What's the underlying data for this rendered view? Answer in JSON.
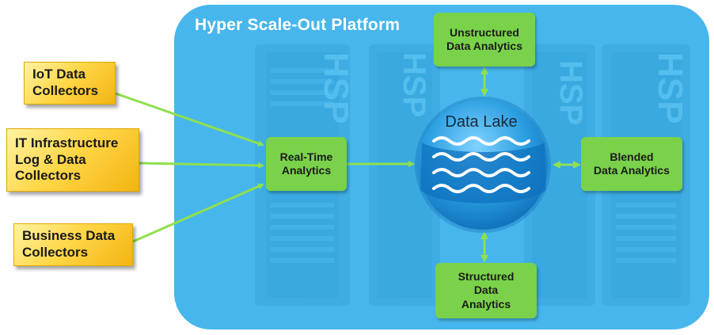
{
  "platform": {
    "title": "Hyper Scale-Out Platform",
    "server_label": "HSP"
  },
  "collectors": [
    {
      "lines": [
        "IoT Data",
        "Collectors"
      ]
    },
    {
      "lines": [
        "IT Infrastructure",
        "Log & Data",
        "Collectors"
      ]
    },
    {
      "lines": [
        "Business Data",
        "Collectors"
      ]
    }
  ],
  "realtime": {
    "lines": [
      "Real-Time",
      "Analytics"
    ]
  },
  "data_lake": {
    "title": "Data Lake"
  },
  "unstructured": {
    "lines": [
      "Unstructured",
      "Data Analytics"
    ]
  },
  "blended": {
    "lines": [
      "Blended",
      "Data Analytics"
    ]
  },
  "structured": {
    "lines": [
      "Structured",
      "Data",
      "Analytics"
    ]
  },
  "colors": {
    "platform_bg": "#47b6ec",
    "box_green": "#7ad24a",
    "collector_gold": "#ffd84a",
    "arrow_green": "#8ee04e",
    "lake_blue": "#1f8fd6"
  }
}
